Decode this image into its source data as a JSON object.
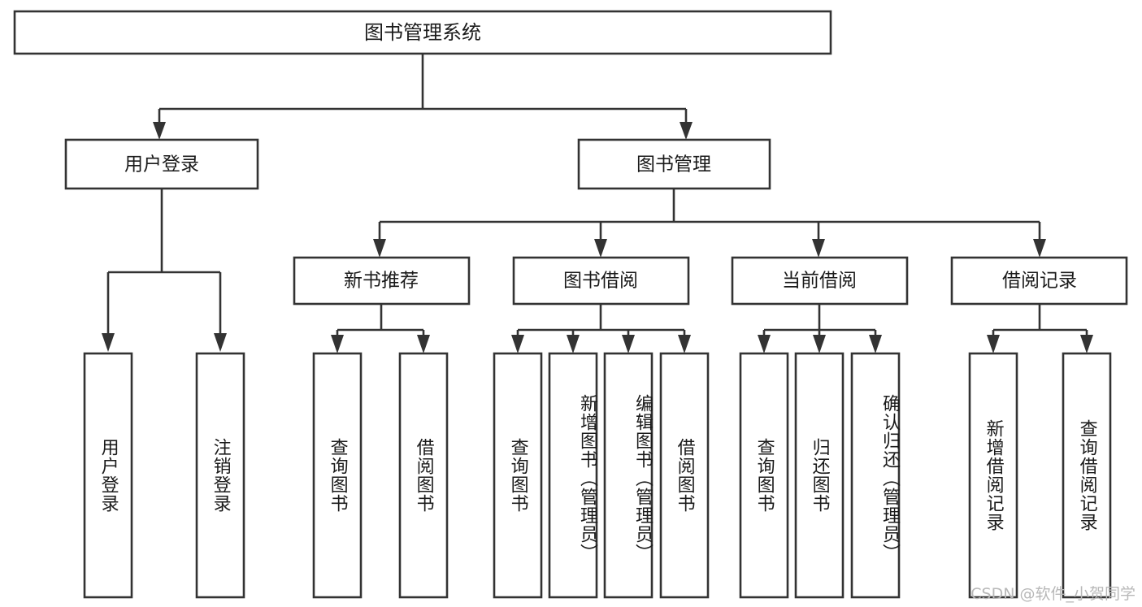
{
  "diagram": {
    "title": "图书管理系统",
    "type": "tree-hierarchy",
    "watermark": "CSDN @软件_小贺同学",
    "colors": {
      "box_fill": "#ffffff",
      "box_stroke": "#333333",
      "text": "#1a1a1a",
      "watermark": "#b8b8b8",
      "background": "#ffffff"
    },
    "root": {
      "label": "图书管理系统"
    },
    "level2": [
      {
        "label": "用户登录"
      },
      {
        "label": "图书管理"
      }
    ],
    "level3": [
      {
        "label": "新书推荐"
      },
      {
        "label": "图书借阅"
      },
      {
        "label": "当前借阅"
      },
      {
        "label": "借阅记录"
      }
    ],
    "leaves": {
      "user_login": [
        {
          "label": "用户登录"
        },
        {
          "label": "注销登录"
        }
      ],
      "new_book_recommend": [
        {
          "label": "查询图书"
        },
        {
          "label": "借阅图书"
        }
      ],
      "book_borrow": [
        {
          "label": "查询图书"
        },
        {
          "label": "新增图书（管理员）"
        },
        {
          "label": "编辑图书（管理员）"
        },
        {
          "label": "借阅图书"
        }
      ],
      "current_borrow": [
        {
          "label": "查询图书"
        },
        {
          "label": "归还图书"
        },
        {
          "label": "确认归还（管理员）"
        }
      ],
      "borrow_record": [
        {
          "label": "新增借阅记录"
        },
        {
          "label": "查询借阅记录"
        }
      ]
    }
  }
}
